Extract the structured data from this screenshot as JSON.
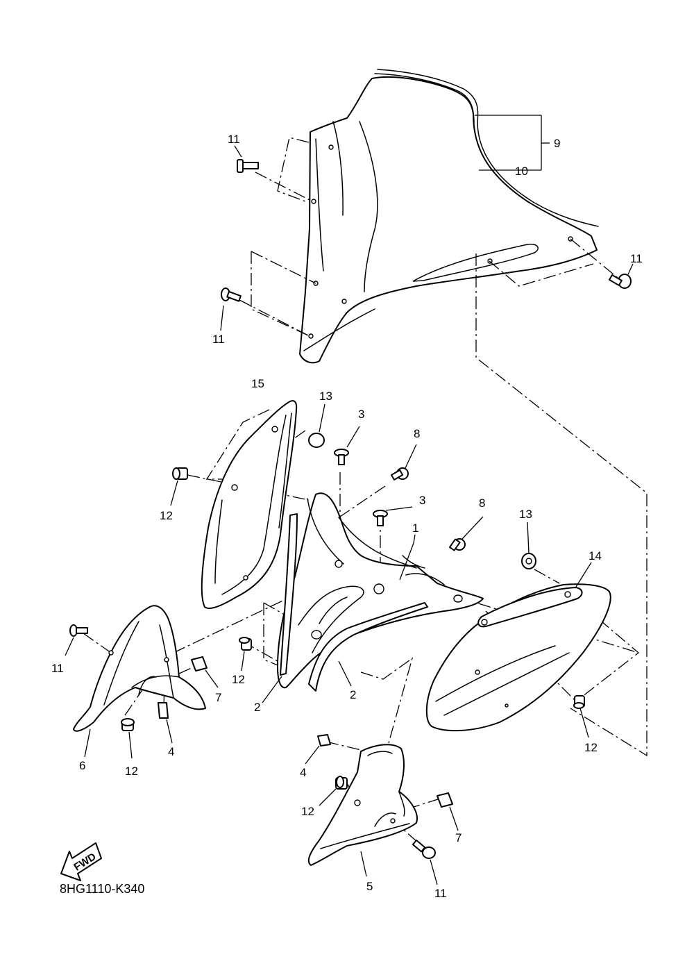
{
  "diagram": {
    "code": "8HG1110-K340",
    "fwd_label": "FWD",
    "callouts": {
      "c1": "1",
      "c2a": "2",
      "c2b": "2",
      "c3a": "3",
      "c3b": "3",
      "c4a": "4",
      "c4b": "4",
      "c5": "5",
      "c6": "6",
      "c7a": "7",
      "c7b": "7",
      "c8a": "8",
      "c8b": "8",
      "c9": "9",
      "c10": "10",
      "c11a": "11",
      "c11b": "11",
      "c11c": "11",
      "c11d": "11",
      "c11e": "11",
      "c12a": "12",
      "c12b": "12",
      "c12c": "12",
      "c12d": "12",
      "c12e": "12",
      "c13a": "13",
      "c13b": "13",
      "c14": "14",
      "c15": "15"
    }
  }
}
